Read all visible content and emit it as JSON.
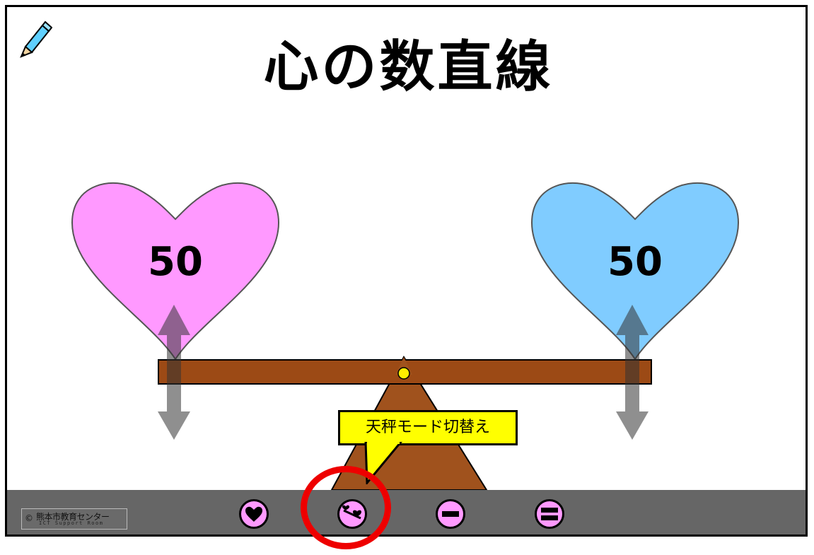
{
  "app": {
    "title": "心の数直線"
  },
  "hearts": {
    "left": {
      "value": "50",
      "color": "#ff99ff"
    },
    "right": {
      "value": "50",
      "color": "#80ccff"
    }
  },
  "balance": {
    "beam_color": "#9c4a15",
    "fulcrum_color": "#a0521d",
    "pivot_color": "#ffee00"
  },
  "tooltip": {
    "label": "天秤モード切替え",
    "color": "#ffff00"
  },
  "toolbar": {
    "background": "#666666",
    "logo": {
      "copyright": "©",
      "org_name": "熊本市教育センター",
      "sub": "ICT Support Room"
    },
    "buttons": [
      {
        "name": "heart-mode-button",
        "icon": "heart-icon"
      },
      {
        "name": "balance-mode-button",
        "icon": "balance-icon"
      },
      {
        "name": "minus-button",
        "icon": "minus-icon"
      },
      {
        "name": "equals-button",
        "icon": "equals-icon"
      }
    ]
  },
  "highlight": {
    "color": "#ee0000"
  }
}
